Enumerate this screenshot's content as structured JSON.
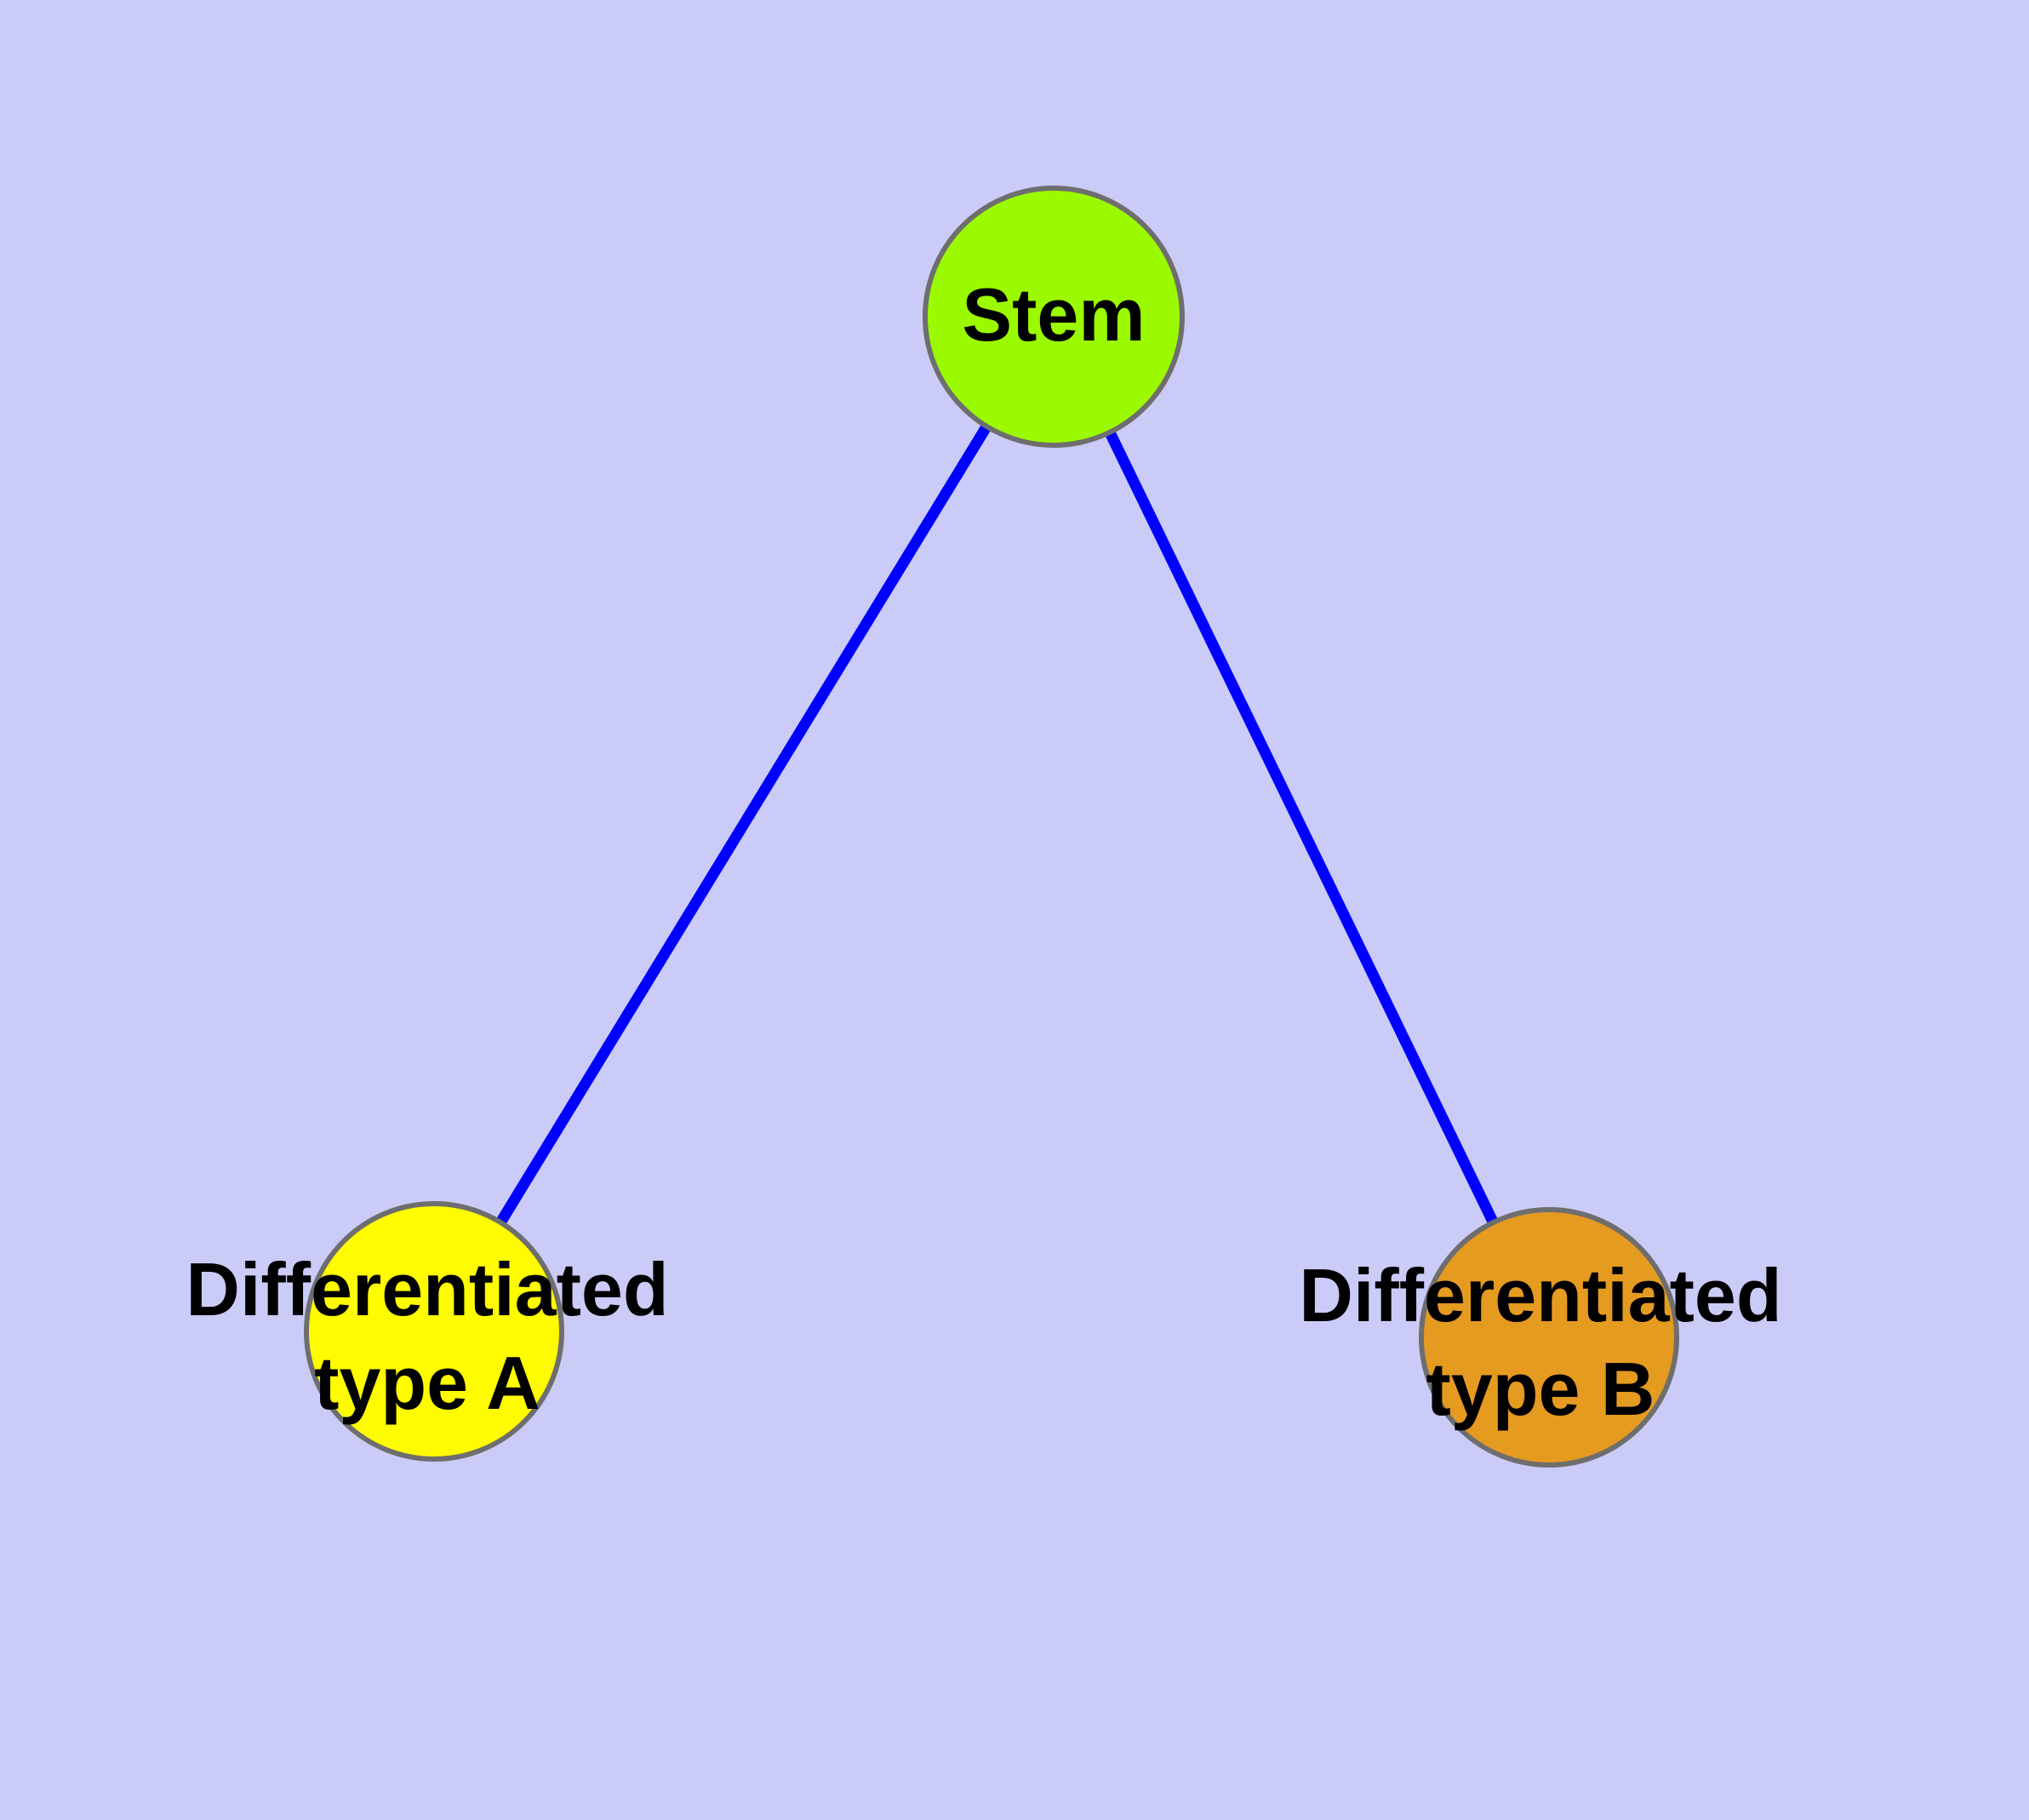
{
  "diagram": {
    "background_color": "#CBCBF8",
    "edge_color": "#0000FF",
    "node_border_color": "#6E6E6E",
    "label_color": "#000000",
    "nodes": {
      "stem": {
        "label": "Stem",
        "fill": "#9BFA00"
      },
      "type_a": {
        "label_line1": "Differentiated",
        "label_line2": "type A",
        "fill": "#FFFB00"
      },
      "type_b": {
        "label_line1": "Differentiated",
        "label_line2": "type B",
        "fill": "#E59A20"
      }
    },
    "edges": [
      {
        "from": "Stem",
        "to": "Differentiated type A"
      },
      {
        "from": "Stem",
        "to": "Differentiated type B"
      }
    ]
  }
}
